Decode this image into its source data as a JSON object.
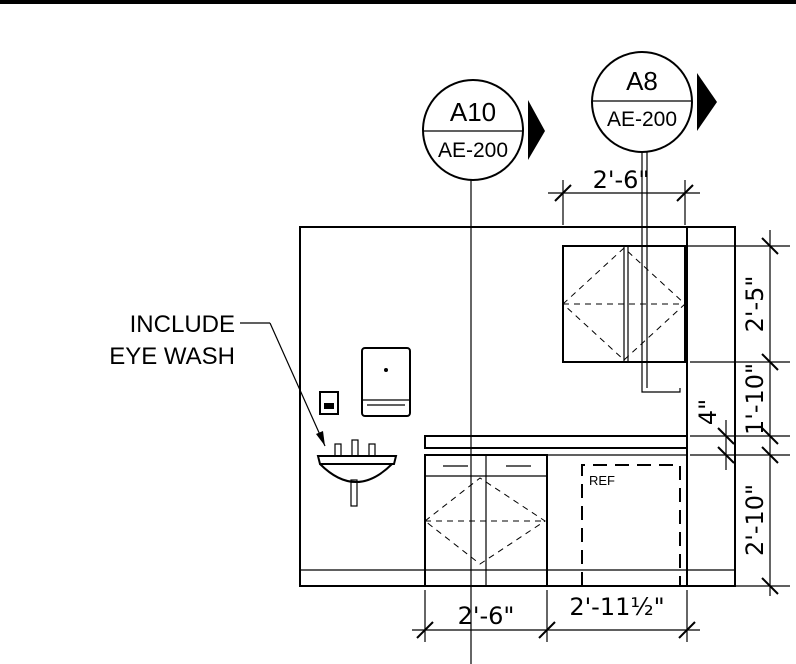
{
  "callouts": [
    {
      "number": "A10",
      "sheet": "AE-200"
    },
    {
      "number": "A8",
      "sheet": "AE-200"
    }
  ],
  "note": {
    "line1": "INCLUDE",
    "line2": "EYE WASH"
  },
  "labels": {
    "ref": "REF"
  },
  "dimensions": {
    "top_cabinet_width": "2'-6\"",
    "bottom_sink_cabinet": "2'-6\"",
    "bottom_ref": "2'-11½\"",
    "right_upper": "2'-5\"",
    "right_middle": "1'-10\"",
    "right_gap": "4\"",
    "right_lower": "2'-10\""
  }
}
